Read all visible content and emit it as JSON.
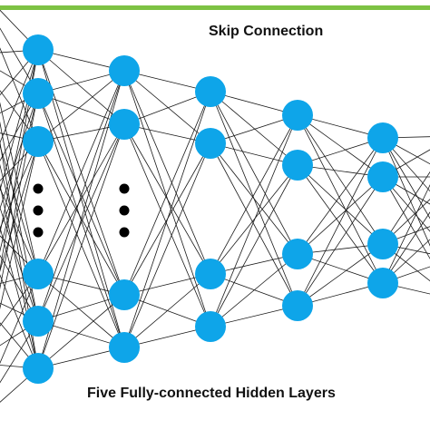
{
  "top_caption": "Skip Connection",
  "bottom_caption": "Five Fully-connected Hidden Layers",
  "colors": {
    "accent_bar": "#7dc243",
    "node": "#0ea5e9",
    "edge": "#1a1a1a",
    "ellipsis_dot": "#000000"
  },
  "layers": [
    {
      "name": "hidden-layer-1",
      "visible_nodes": 6,
      "has_ellipsis": true
    },
    {
      "name": "hidden-layer-2",
      "visible_nodes": 4,
      "has_ellipsis": true
    },
    {
      "name": "hidden-layer-3",
      "visible_nodes": 4,
      "has_ellipsis": false
    },
    {
      "name": "hidden-layer-4",
      "visible_nodes": 4,
      "has_ellipsis": false
    },
    {
      "name": "hidden-layer-5",
      "visible_nodes": 4,
      "has_ellipsis": false
    }
  ]
}
